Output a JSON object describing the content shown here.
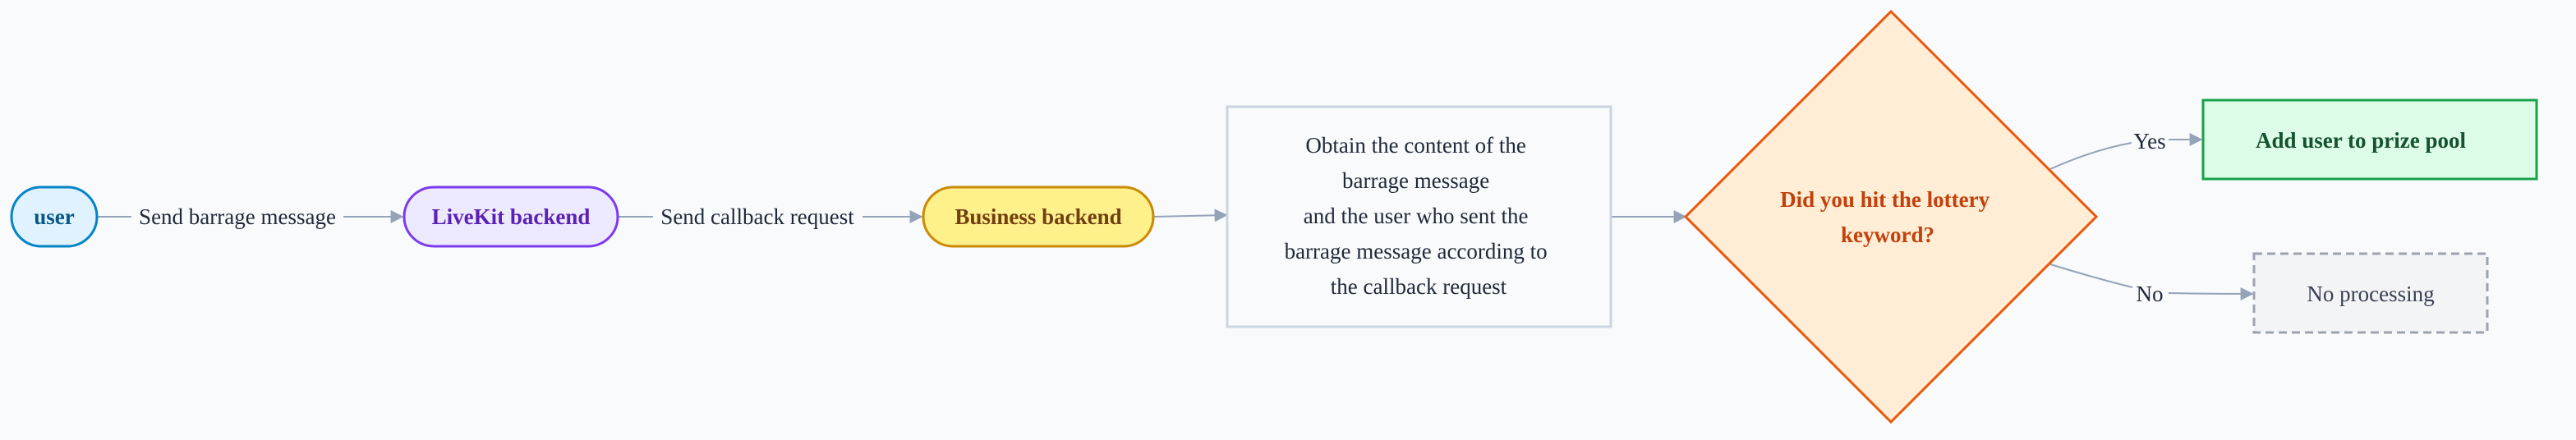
{
  "nodes": {
    "user": {
      "label": "user",
      "fill": "#e0f2fe",
      "stroke": "#0284c7",
      "text": "#075985"
    },
    "livekit": {
      "label": "LiveKit backend",
      "fill": "#ede9fe",
      "stroke": "#7c3aed",
      "text": "#5b21b6"
    },
    "business": {
      "label": "Business backend",
      "fill": "#fef08a",
      "stroke": "#ca8a04",
      "text": "#713f12"
    },
    "obtain": {
      "lines": [
        "Obtain the content of the",
        "barrage message",
        "and the user who sent the",
        "barrage message according to",
        "the callback request"
      ],
      "fill": "#f8fafc",
      "stroke": "#cbd5e1",
      "text": "#1f2937"
    },
    "decision": {
      "lines": [
        "Did you hit the lottery",
        "keyword?"
      ],
      "fill": "#ffedd5",
      "stroke": "#ea580c",
      "text": "#c2410c"
    },
    "prize": {
      "label": "Add user to prize pool",
      "fill": "#dcfce7",
      "stroke": "#16a34a",
      "text": "#14532d"
    },
    "noproc": {
      "label": "No processing",
      "fill": "#f3f4f6",
      "stroke": "#9ca3af",
      "text": "#374151"
    }
  },
  "edges": {
    "send_barrage": "Send barrage message",
    "send_callback": "Send callback request",
    "yes": "Yes",
    "no": "No"
  },
  "edge_color": "#94a3b8"
}
